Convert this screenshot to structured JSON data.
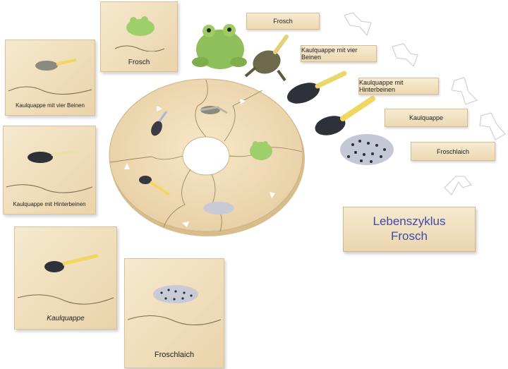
{
  "cards": {
    "frosch": "Frosch",
    "kaulquappe_vier_beinen": "Kaulquappe mit vier Beinen",
    "kaulquappe_hinterbeinen": "Kaulquappe mit Hinterbeinen",
    "kaulquappe": "Kaulquappe",
    "froschlaich": "Froschlaich"
  },
  "labels": {
    "frosch": "Frosch",
    "kaulquappe_vier_beinen": "Kaulquappe mit vier Beinen",
    "kaulquappe_hinterbeinen": "Kaulquappe mit Hinterbeinen",
    "kaulquappe": "Kaulquappe",
    "froschlaich": "Froschlaich"
  },
  "title": {
    "line1": "Lebenszyklus",
    "line2": "Frosch"
  },
  "colors": {
    "wood": "#efdcb8",
    "title_text": "#3d4aa8",
    "frog_green": "#8fbf5a",
    "tadpole_dark": "#2f3138",
    "tail_yellow": "#f0d860"
  }
}
